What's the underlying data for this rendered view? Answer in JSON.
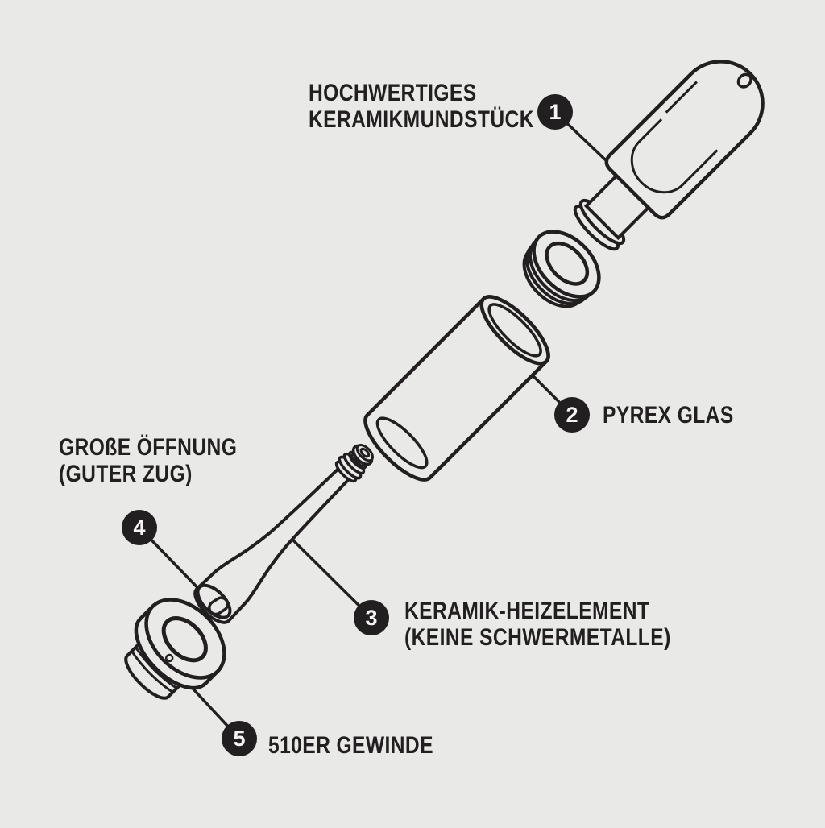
{
  "diagram_title": "",
  "colors": {
    "background": "#e9e9e7",
    "ink": "#221f20",
    "badge_fill": "#221f20",
    "badge_text": "#f5f4f2"
  },
  "parts": [
    {
      "number": "1",
      "name": "ceramic-mouthpiece",
      "label_line1": "HOCHWERTIGES",
      "label_line2": "KERAMIKMUNDSTÜCK"
    },
    {
      "number": "2",
      "name": "pyrex-glass-tube",
      "label_line1": "PYREX GLAS",
      "label_line2": ""
    },
    {
      "number": "3",
      "name": "ceramic-heating-element",
      "label_line1": "KERAMIK-HEIZELEMENT",
      "label_line2": "(KEINE SCHWERMETALLE)"
    },
    {
      "number": "4",
      "name": "large-air-opening",
      "label_line1": "GROßE ÖFFNUNG",
      "label_line2": "(GUTER ZUG)"
    },
    {
      "number": "5",
      "name": "510-thread-base",
      "label_line1": "510ER GEWINDE",
      "label_line2": ""
    }
  ]
}
